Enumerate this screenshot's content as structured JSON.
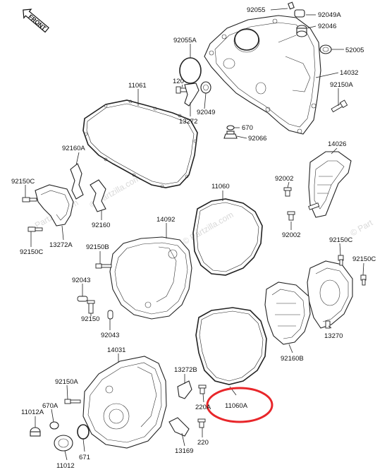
{
  "front_label": "FRONT",
  "watermarks": [
    "© Partzilla.com",
    "© Partzilla.com",
    "© Partzilla.com",
    "© Part"
  ],
  "highlight_color": "#e8262a",
  "parts": [
    {
      "id": "p92055",
      "label": "92055"
    },
    {
      "id": "p92049A",
      "label": "92049A"
    },
    {
      "id": "p92046",
      "label": "92046"
    },
    {
      "id": "p52005",
      "label": "52005"
    },
    {
      "id": "p14032",
      "label": "14032"
    },
    {
      "id": "p92150A",
      "label": "92150A"
    },
    {
      "id": "p92055A",
      "label": "92055A"
    },
    {
      "id": "p11061",
      "label": "11061"
    },
    {
      "id": "p120",
      "label": "120"
    },
    {
      "id": "p92049",
      "label": "92049"
    },
    {
      "id": "p13272",
      "label": "13272"
    },
    {
      "id": "p670",
      "label": "670"
    },
    {
      "id": "p92066",
      "label": "92066"
    },
    {
      "id": "p14026",
      "label": "14026"
    },
    {
      "id": "p92160A",
      "label": "92160A"
    },
    {
      "id": "p92150C_a",
      "label": "92150C"
    },
    {
      "id": "p11060",
      "label": "11060"
    },
    {
      "id": "p92002_a",
      "label": "92002"
    },
    {
      "id": "p92160",
      "label": "92160"
    },
    {
      "id": "p92150C_b",
      "label": "92150C"
    },
    {
      "id": "p13272A",
      "label": "13272A"
    },
    {
      "id": "p14092",
      "label": "14092"
    },
    {
      "id": "p92002_b",
      "label": "92002"
    },
    {
      "id": "p92150B",
      "label": "92150B"
    },
    {
      "id": "p92150C_c",
      "label": "92150C"
    },
    {
      "id": "p92150C_d",
      "label": "92150C"
    },
    {
      "id": "p92043_a",
      "label": "92043"
    },
    {
      "id": "p92150",
      "label": "92150"
    },
    {
      "id": "p92043_b",
      "label": "92043"
    },
    {
      "id": "p13270",
      "label": "13270"
    },
    {
      "id": "p14031",
      "label": "14031"
    },
    {
      "id": "p92160B",
      "label": "92160B"
    },
    {
      "id": "p13272B",
      "label": "13272B"
    },
    {
      "id": "p92150A_b",
      "label": "92150A"
    },
    {
      "id": "p670A",
      "label": "670A"
    },
    {
      "id": "p220A",
      "label": "220A"
    },
    {
      "id": "p11060A",
      "label": "11060A"
    },
    {
      "id": "p11012A",
      "label": "11012A"
    },
    {
      "id": "p220",
      "label": "220"
    },
    {
      "id": "p671",
      "label": "671"
    },
    {
      "id": "p13169",
      "label": "13169"
    },
    {
      "id": "p11012",
      "label": "11012"
    }
  ]
}
